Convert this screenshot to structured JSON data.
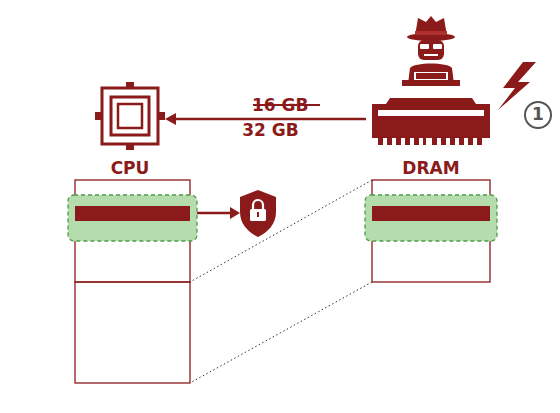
{
  "diagram": {
    "nodes": [
      {
        "text": [
          "CPU"
        ]
      },
      {
        "text": [
          "DRAM"
        ]
      }
    ],
    "edges": [
      {
        "from": 1,
        "to": 0,
        "arrow": "to",
        "label": "32 GB"
      }
    ],
    "labels": [
      "16 GB",
      "1"
    ]
  }
}
